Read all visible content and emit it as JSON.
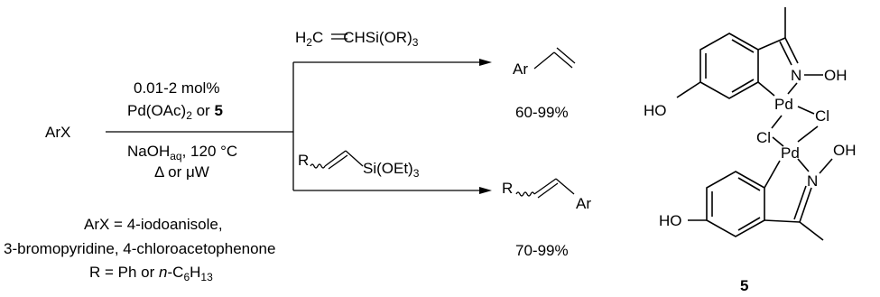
{
  "reaction": {
    "reactant": "ArX",
    "conditions_above": {
      "line1": "0.01-2 mol%",
      "line2_pre": "Pd(OAc)",
      "line2_sub": "2",
      "line2_mid": " or ",
      "line2_bold": "5"
    },
    "conditions_below": {
      "line1_pre": "NaOH",
      "line1_sub": "aq",
      "line1_post": ", 120 °C",
      "line2": "Δ or μW"
    },
    "scope": {
      "line1": "ArX = 4-iodoanisole,",
      "line2": "3-bromopyridine, 4-chloroacetophenone",
      "line3_pre": "R = Ph or ",
      "line3_italic": "n",
      "line3_mid": "-C",
      "line3_sub1": "6",
      "line3_h": "H",
      "line3_sub2": "13"
    },
    "upper_branch": {
      "reagent_h": "H",
      "reagent_sub1": "2",
      "reagent_mid": "C",
      "reagent_rest": "CHSi(OR)",
      "reagent_sub2": "3",
      "product_label": "Ar",
      "yield": "60-99%"
    },
    "lower_branch": {
      "reagent_r": "R",
      "reagent_si": "Si(OEt)",
      "reagent_sub": "3",
      "product_r": "R",
      "product_ar": "Ar",
      "yield": "70-99%"
    },
    "catalyst": {
      "label": "5",
      "atoms": {
        "n_top": "N",
        "oh_top": "OH",
        "ho_top": "HO",
        "pd_top": "Pd",
        "cl_right": "Cl",
        "cl_left": "Cl",
        "pd_bottom": "Pd",
        "n_bottom": "N",
        "oh_bottom": "OH",
        "ho_bottom": "HO"
      }
    }
  }
}
